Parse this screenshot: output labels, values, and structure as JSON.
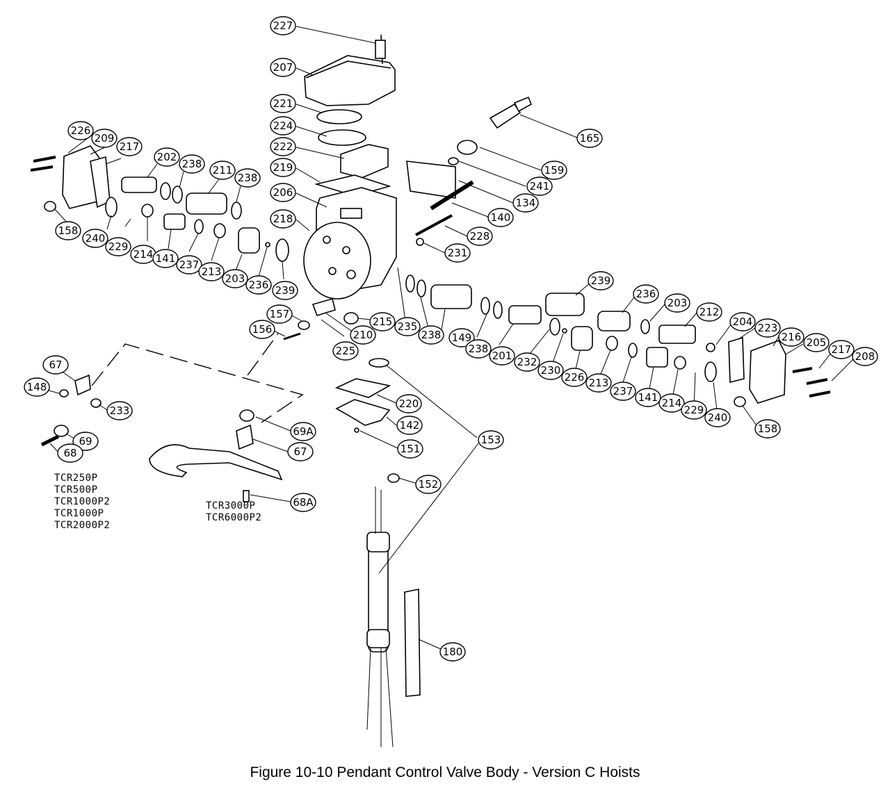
{
  "caption": "Figure 10-10  Pendant Control Valve Body - Version C Hoists",
  "model_groups": {
    "left": [
      "TCR250P",
      "TCR500P",
      "TCR1000P2",
      "TCR1000P",
      "TCR2000P2"
    ],
    "center": [
      "TCR3000P",
      "TCR6000P2"
    ]
  },
  "callouts": [
    "227",
    "207",
    "221",
    "224",
    "222",
    "219",
    "206",
    "218",
    "165",
    "159",
    "241",
    "134",
    "140",
    "228",
    "231",
    "226",
    "209",
    "217",
    "202",
    "238",
    "211",
    "238",
    "158",
    "240",
    "229",
    "214",
    "141",
    "237",
    "213",
    "203",
    "236",
    "239",
    "157",
    "156",
    "210",
    "215",
    "225",
    "235",
    "238",
    "149",
    "238",
    "201",
    "239",
    "236",
    "203",
    "212",
    "204",
    "223",
    "216",
    "205",
    "217",
    "208",
    "232",
    "230",
    "226",
    "213",
    "237",
    "141",
    "214",
    "229",
    "240",
    "158",
    "67",
    "148",
    "233",
    "69",
    "68",
    "69A",
    "67",
    "68A",
    "220",
    "142",
    "151",
    "153",
    "152",
    "180"
  ]
}
